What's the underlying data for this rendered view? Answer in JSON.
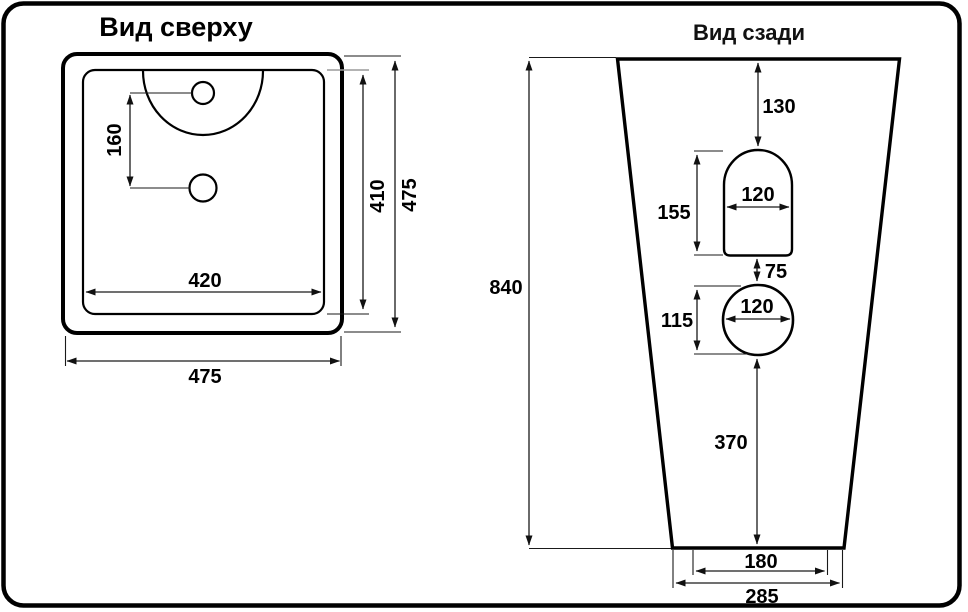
{
  "drawing": {
    "top_view": {
      "title": "Вид сверху",
      "dims": {
        "hole_spacing": "160",
        "basin_width": "420",
        "basin_depth": "410",
        "overall_width": "475",
        "overall_depth": "475"
      }
    },
    "rear_view": {
      "title": "Вид сзади",
      "dims": {
        "overall_height": "840",
        "top_to_niche": "130",
        "niche_height": "155",
        "niche_width": "120",
        "niche_to_hole": "75",
        "hole_height": "115",
        "hole_width": "120",
        "hole_to_floor": "370",
        "base_width_inner": "180",
        "base_width_outer": "285"
      }
    },
    "colors": {
      "line": "#000000",
      "background": "#ffffff"
    }
  }
}
